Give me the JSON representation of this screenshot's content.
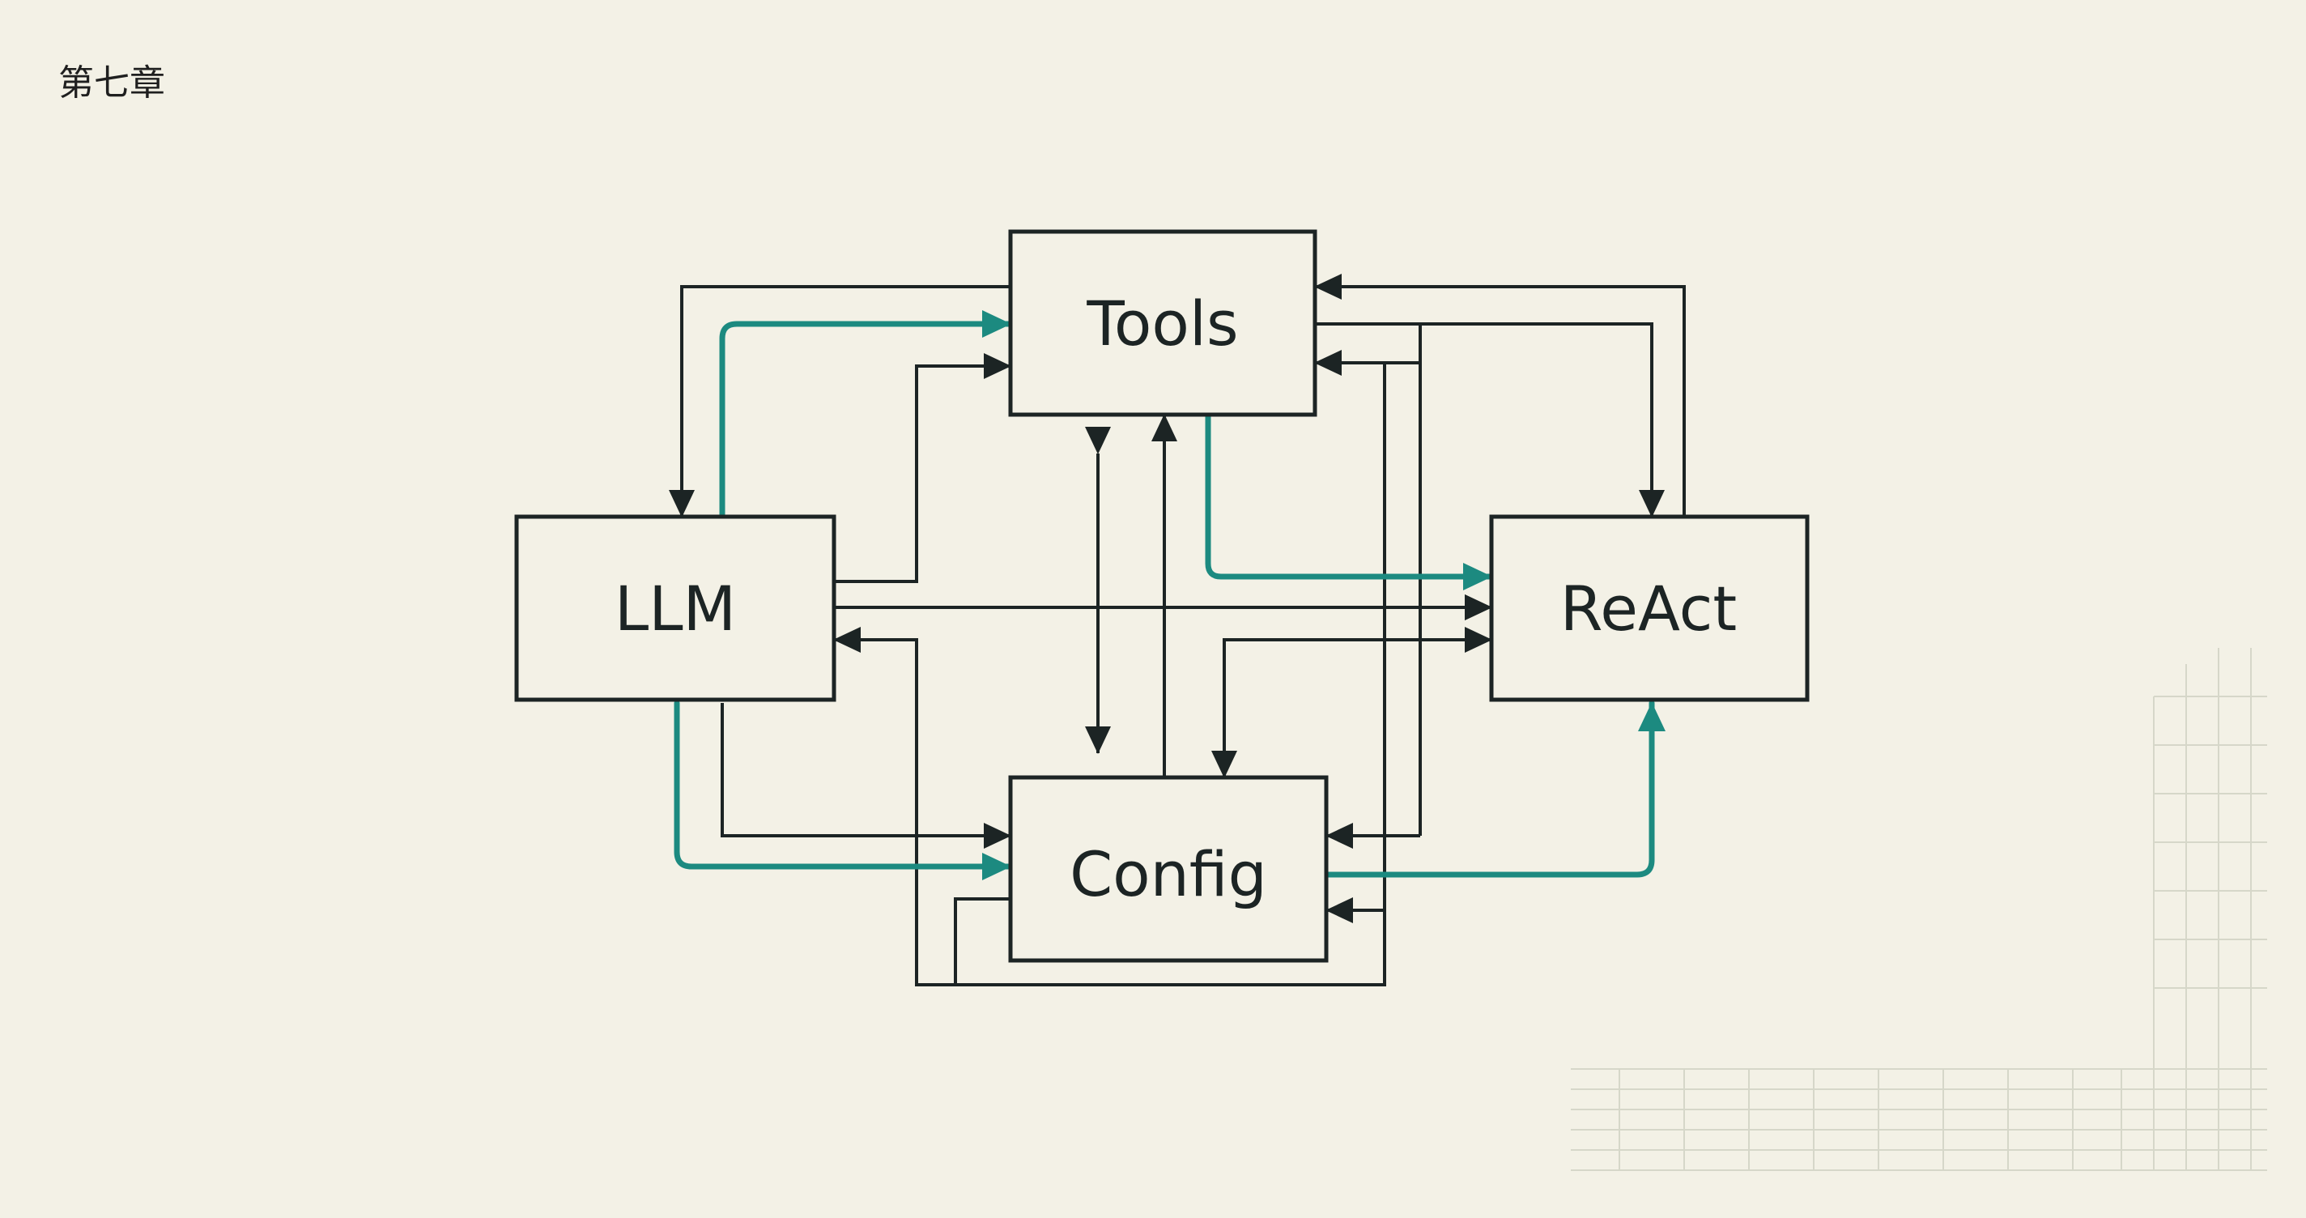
{
  "header": {
    "chapter": "第七章"
  },
  "nodes": {
    "tools": "Tools",
    "llm": "LLM",
    "react": "ReAct",
    "config": "Config"
  },
  "colors": {
    "background": "#f3f1e6",
    "line": "#1c2424",
    "accent": "#1c8a80"
  }
}
